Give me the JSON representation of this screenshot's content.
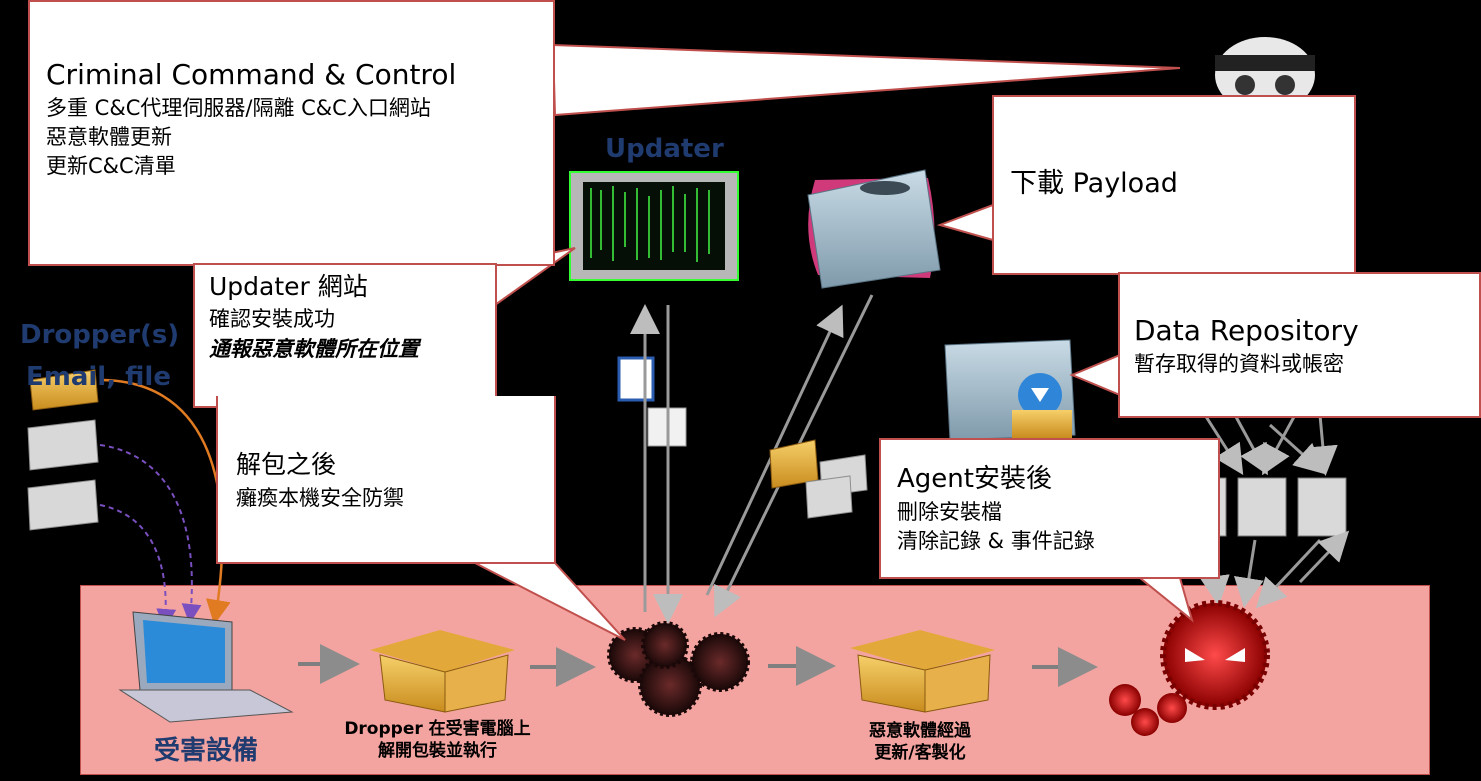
{
  "callouts": {
    "cnc": {
      "title": "Criminal Command & Control",
      "lines": [
        "多重 C&C代理伺服器/隔離 C&C入口網站",
        "惡意軟體更新",
        "更新C&C清單"
      ]
    },
    "updater_site": {
      "title": "Updater 網站",
      "line1": "確認安裝成功",
      "line2": "通報惡意軟體所在位置"
    },
    "unpack": {
      "title": "解包之後",
      "line1": "癱瘓本機安全防禦"
    },
    "payload": {
      "title": "下載 Payload"
    },
    "repo": {
      "title": "Data Repository",
      "line1": "暫存取得的資料或帳密"
    },
    "agent": {
      "title": "Agent安裝後",
      "line1": "刪除安裝檔",
      "line2": "清除記錄 & 事件記錄"
    }
  },
  "labels": {
    "updater": "Updater",
    "dropper": "Dropper(s)",
    "email_file": "Email, file",
    "victim": "受害設備",
    "step_dropper": [
      "Dropper 在受害電腦上",
      "解開包裝並執行"
    ],
    "step_malware": [
      "惡意軟體經過",
      "更新/客製化"
    ]
  },
  "colors": {
    "callout_border": "#c0504d",
    "band_fill": "#f4a4a0",
    "label_blue": "#1f3b70",
    "email_arrow": "#e07b22",
    "file_arrow": "#7a4fc0"
  }
}
